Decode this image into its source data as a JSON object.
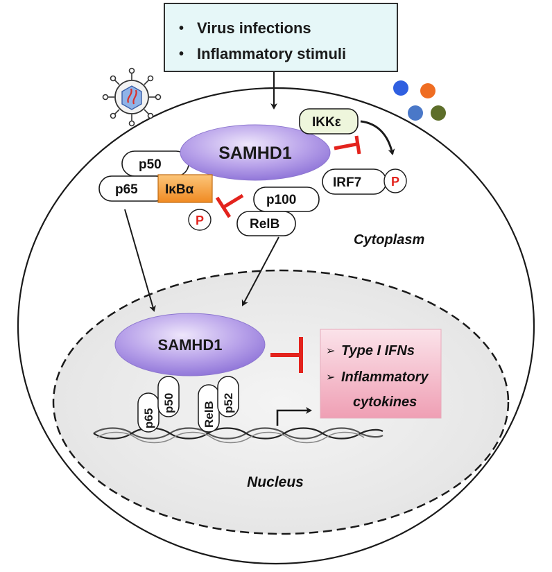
{
  "stimulus_box": {
    "items": [
      "Virus infections",
      "Inflammatory stimuli"
    ],
    "bullet": "•"
  },
  "samhd1_cytoplasm": "SAMHD1",
  "samhd1_nucleus": "SAMHD1",
  "ikke": "IKKε",
  "irf7": "IRF7",
  "phospho": "P",
  "p50_top": "p50",
  "p65_top": "p65",
  "ikba": "IκBα",
  "p100": "p100",
  "relb_top": "RelB",
  "cytoplasm_label": "Cytoplasm",
  "nucleus_label": "Nucleus",
  "dna_bound": [
    "p65",
    "p50",
    "RelB",
    "p52"
  ],
  "output_box": {
    "bullet": "➢",
    "line1": "Type I IFNs",
    "line2": "Inflammatory",
    "line3": "cytokines"
  },
  "colors": {
    "stimulus_fill": "#e6f7f8",
    "ikke_fill": "#eef6dc",
    "ikba_fill": "#f6a23c",
    "inhibit_red": "#e3231d",
    "samhd1_fill": "#b49ce6",
    "nucleus_fill": "#eeeeee",
    "output_fill": "#f4b6c5",
    "dot_blue": "#2f5fe0",
    "dot_orange": "#ef6d22",
    "dot_steel": "#4a78c8",
    "dot_olive": "#5d6e2a"
  },
  "icons": [
    "virus-particle-icon",
    "ligand-dots-icon",
    "dna-helix-icon",
    "transcription-start-arrow-icon"
  ]
}
